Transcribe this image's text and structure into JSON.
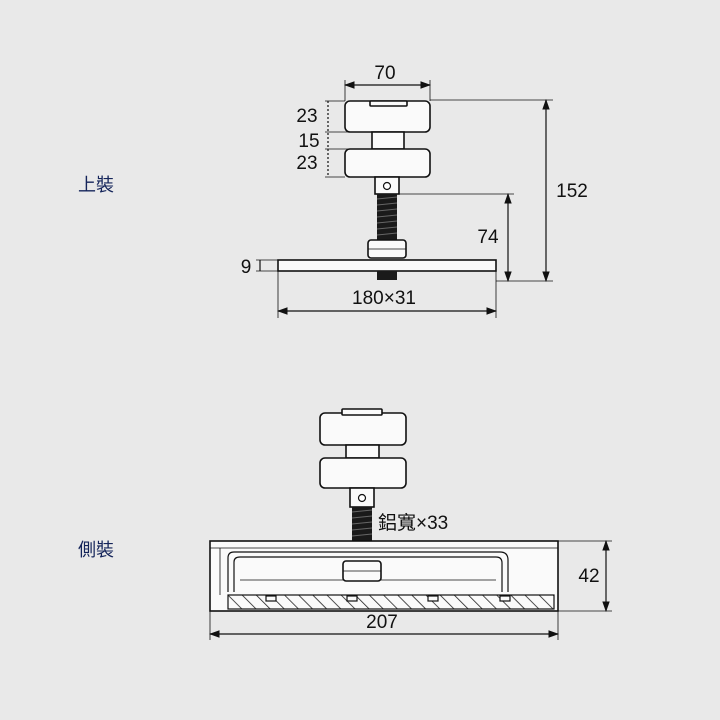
{
  "views": {
    "top_label": "上裝",
    "side_label": "側裝"
  },
  "dimensions": {
    "knob_width": "70",
    "knob_cap_top": "23",
    "knob_gap": "15",
    "knob_cap_bottom": "23",
    "total_height": "152",
    "bolt_height": "74",
    "plate_thickness": "9",
    "plate_size": "180×31",
    "aluminum_width": "鋁寬×33",
    "side_height": "42",
    "side_length": "207"
  }
}
